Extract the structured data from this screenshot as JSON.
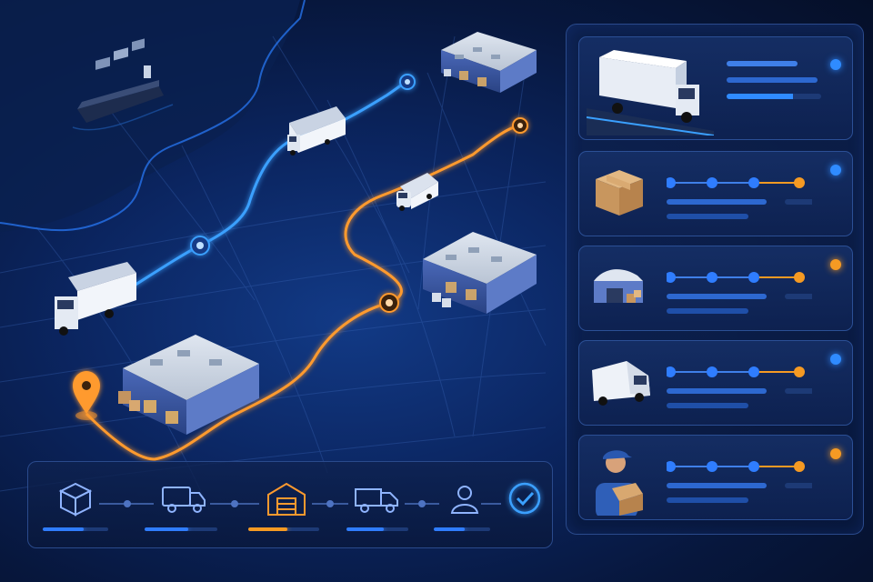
{
  "theme": {
    "background": "#07173d",
    "route_blue": "#3aa0ff",
    "route_orange": "#ff9a2e",
    "node_blue": "#2f7dff",
    "node_orange": "#f59a23",
    "panel_border": "#2a4a8c"
  },
  "map": {
    "icons": [
      "cargo-ship-icon",
      "warehouse-icon",
      "truck-icon",
      "delivery-van-icon",
      "location-pin-icon"
    ],
    "routes": [
      "blue-route",
      "orange-route"
    ]
  },
  "shipments": [
    {
      "id": "truck",
      "icon": "truck-icon",
      "status_color": "#2f8bff",
      "progress": 0.7
    },
    {
      "id": "package",
      "icon": "package-icon",
      "status_color": "#2f8bff",
      "progress": 0.75
    },
    {
      "id": "warehouse",
      "icon": "warehouse-icon",
      "status_color": "#f59a23",
      "progress": 0.75
    },
    {
      "id": "van",
      "icon": "delivery-van-icon",
      "status_color": "#2f8bff",
      "progress": 0.75
    },
    {
      "id": "courier",
      "icon": "delivery-person-icon",
      "status_color": "#f59a23",
      "progress": 0.75
    }
  ],
  "pipeline": [
    {
      "icon": "package-icon",
      "bar_color": "#2f7dff",
      "progress": 0.62
    },
    {
      "icon": "truck-icon",
      "bar_color": "#2f7dff",
      "progress": 0.6
    },
    {
      "icon": "warehouse-icon",
      "bar_color": "#f59a23",
      "progress": 0.55
    },
    {
      "icon": "delivery-van-icon",
      "bar_color": "#2f7dff",
      "progress": 0.6
    },
    {
      "icon": "recipient-icon",
      "bar_color": "#2f7dff",
      "progress": 0.55
    },
    {
      "icon": "check-circle-icon",
      "bar_color": "#2f7dff",
      "progress": 0
    }
  ]
}
